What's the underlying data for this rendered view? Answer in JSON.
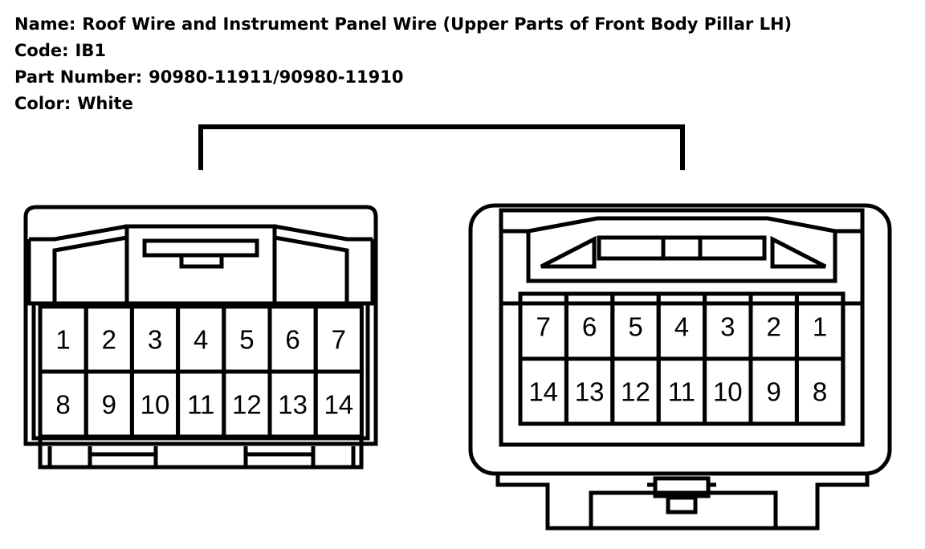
{
  "info": {
    "name_label": "Name:",
    "name_value": "Roof Wire and Instrument Panel Wire (Upper Parts of Front Body Pillar LH)",
    "code_label": "Code:",
    "code_value": "IB1",
    "part_label": "Part Number:",
    "part_value": "90980-11911/90980-11910",
    "color_label": "Color:",
    "color_value": "White"
  },
  "connectors": {
    "left": {
      "row1": [
        "1",
        "2",
        "3",
        "4",
        "5",
        "6",
        "7"
      ],
      "row2": [
        "8",
        "9",
        "10",
        "11",
        "12",
        "13",
        "14"
      ]
    },
    "right": {
      "row1": [
        "7",
        "6",
        "5",
        "4",
        "3",
        "2",
        "1"
      ],
      "row2": [
        "14",
        "13",
        "12",
        "11",
        "10",
        "9",
        "8"
      ]
    }
  }
}
